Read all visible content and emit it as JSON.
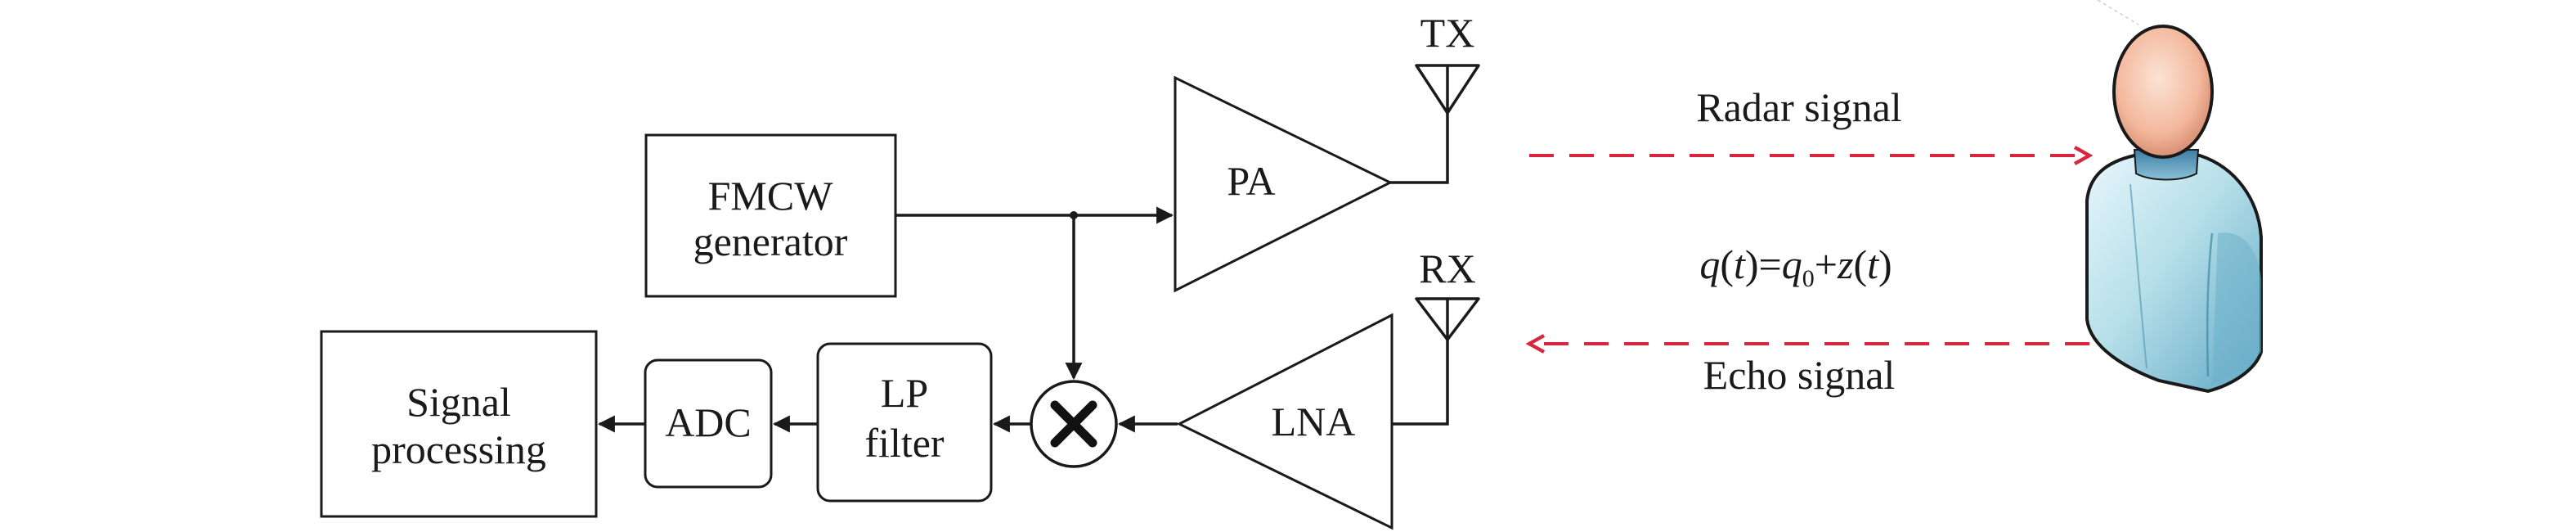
{
  "blocks": {
    "fmcw": [
      "FMCW",
      "generator"
    ],
    "pa": "PA",
    "lna": "LNA",
    "lp": [
      "LP",
      "filter"
    ],
    "adc": "ADC",
    "sp": [
      "Signal",
      "processing"
    ]
  },
  "antennas": {
    "tx": "TX",
    "rx": "RX"
  },
  "signals": {
    "radar": "Radar signal",
    "echo": "Echo signal",
    "equation": {
      "q": "q",
      "t": "t",
      "q0": "q",
      "sub0": "0",
      "z": "z"
    }
  },
  "colors": {
    "signal": "#d7263d",
    "line": "#1a1a1a"
  },
  "icons": {
    "mixer": "multiplier-x-icon",
    "antenna": "antenna-icon",
    "person": "person-icon"
  }
}
